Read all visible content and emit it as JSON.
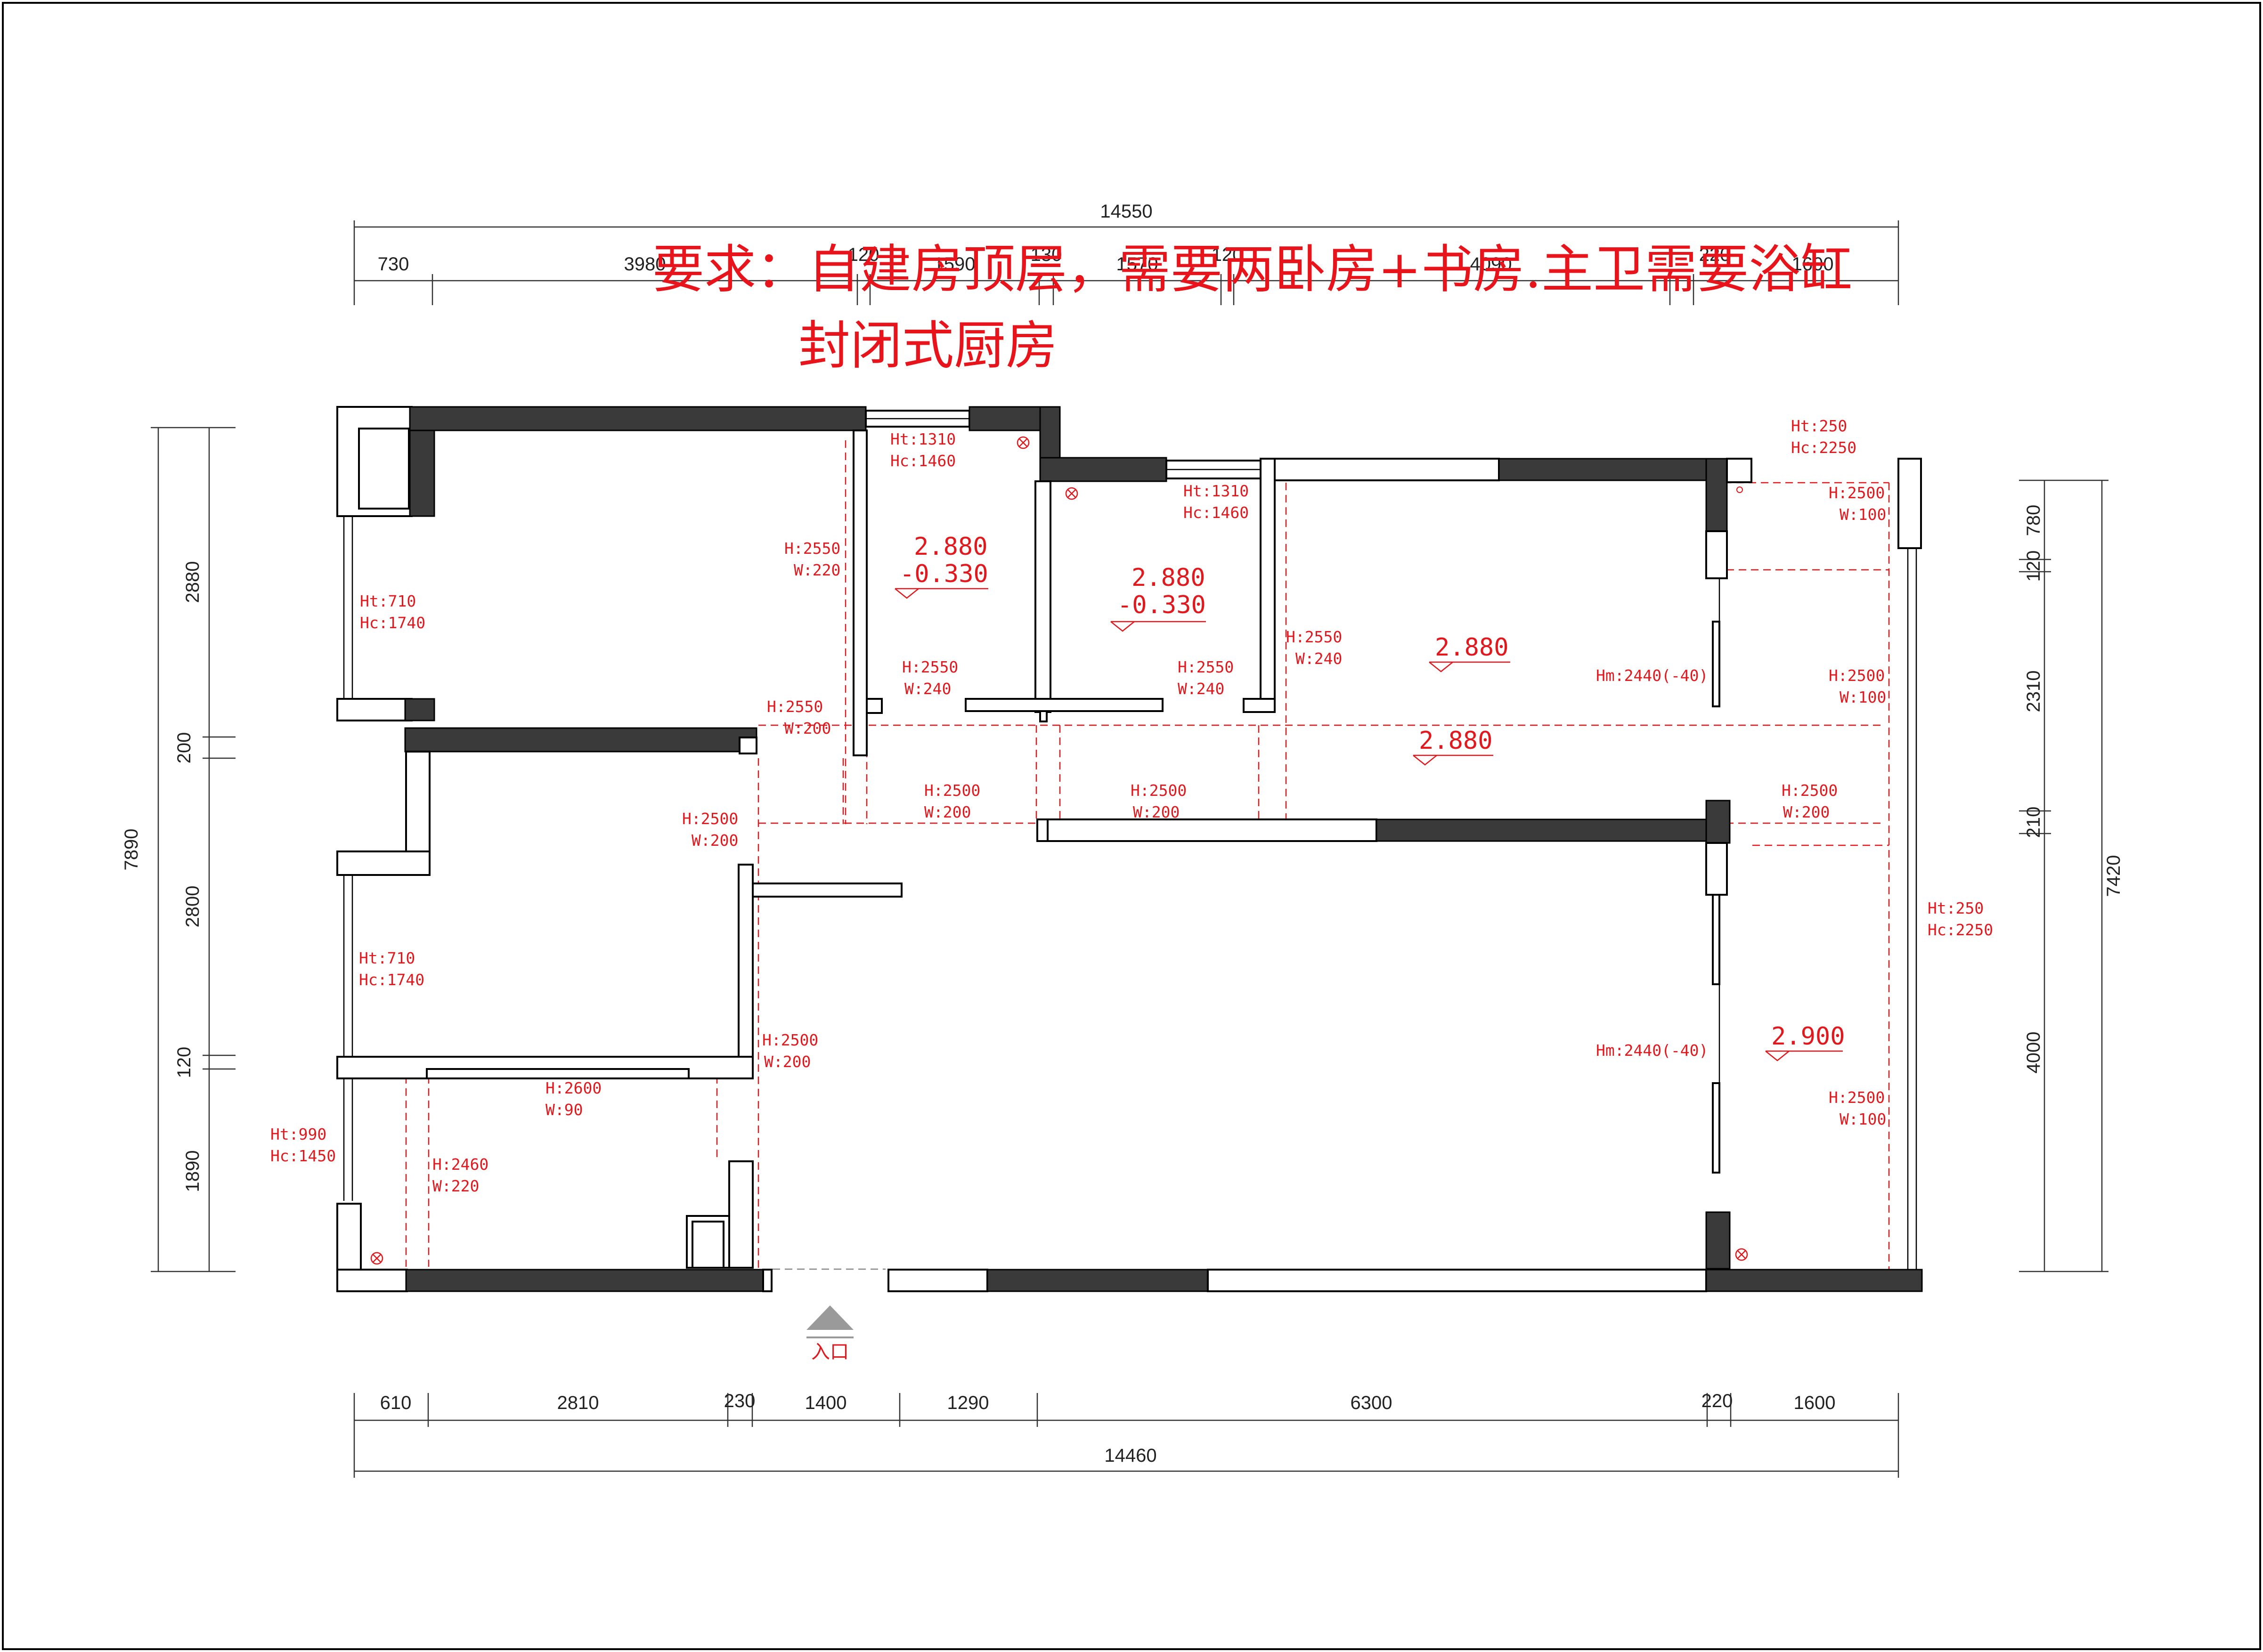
{
  "requirements": {
    "line1": "要求：自建房顶层，需要两卧房+书房.主卫需要浴缸",
    "line2": "封闭式厨房"
  },
  "dimensions": {
    "top_total": "14550",
    "top_segments": [
      "730",
      "3980",
      "120",
      "1590",
      "130",
      "1570",
      "120",
      "4090",
      "220",
      "1600"
    ],
    "bottom_total": "14460",
    "bottom_segments": [
      "610",
      "2810",
      "230",
      "1400",
      "1290",
      "6300",
      "220",
      "1600"
    ],
    "left_total": "7890",
    "left_segments": [
      "2880",
      "200",
      "2800",
      "120",
      "1890"
    ],
    "right_total": "7420",
    "right_segments": [
      "780",
      "120",
      "2310",
      "210",
      "4000"
    ]
  },
  "notes": [
    {
      "l1": "Ht:1310",
      "l2": "Hc:1460"
    },
    {
      "l1": "Ht:1310",
      "l2": "Hc:1460"
    },
    {
      "l1": "Ht:250",
      "l2": "Hc:2250"
    },
    {
      "l1": "H:2500",
      "l2": "W:100"
    },
    {
      "l1": "H:2550",
      "l2": "W:220"
    },
    {
      "l1": "Ht:710",
      "l2": "Hc:1740"
    },
    {
      "l1": "H:2550",
      "l2": "W:240"
    },
    {
      "l1": "H:2550",
      "l2": "W:240"
    },
    {
      "l1": "H:2550",
      "l2": "W:240"
    },
    {
      "l1": "H:2550",
      "l2": "W:200"
    },
    {
      "l1": "H:2500",
      "l2": "W:200"
    },
    {
      "l1": "H:2500",
      "l2": "W:200"
    },
    {
      "l1": "H:2500",
      "l2": "W:200"
    },
    {
      "l1": "H:2500",
      "l2": "W:200"
    },
    {
      "l1": "H:2500",
      "l2": "W:100"
    },
    {
      "l1": "Ht:710",
      "l2": "Hc:1740"
    },
    {
      "l1": "H:2500",
      "l2": "W:200"
    },
    {
      "l1": "H:2600",
      "l2": "W:90"
    },
    {
      "l1": "Ht:990",
      "l2": "Hc:1450"
    },
    {
      "l1": "H:2460",
      "l2": "W:220"
    },
    {
      "l1": "Ht:250",
      "l2": "Hc:2250"
    },
    {
      "l1": "H:2500",
      "l2": "W:100"
    }
  ],
  "door_notes": [
    "Hm:2440(-40)",
    "Hm:2440(-40)"
  ],
  "elevations": [
    {
      "l1": "2.880",
      "l2": "-0.330"
    },
    {
      "l1": "2.880",
      "l2": "-0.330"
    },
    {
      "l1": "2.880",
      "l2": ""
    },
    {
      "l1": "2.880",
      "l2": ""
    },
    {
      "l1": "2.900",
      "l2": ""
    }
  ],
  "entry_label": "入口",
  "colors": {
    "wall": "#3a3a3a",
    "annotation": "#e0191f",
    "requirement": "#e8141c"
  }
}
